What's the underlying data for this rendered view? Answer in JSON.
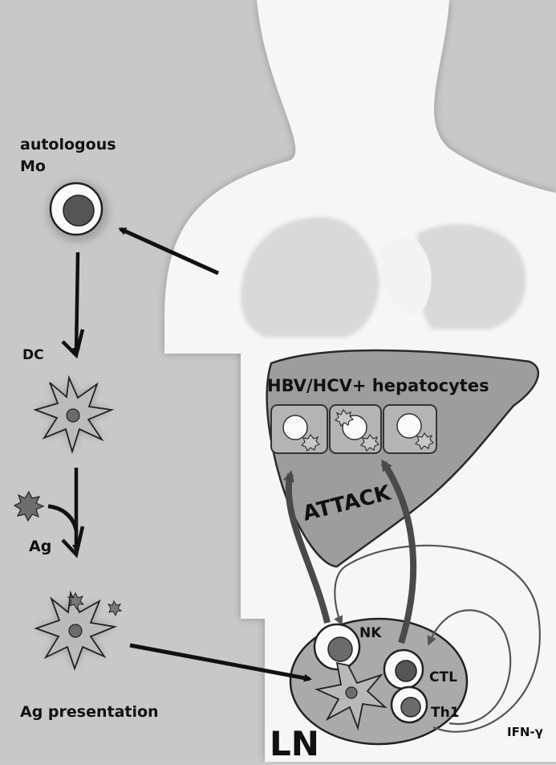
{
  "labels": {
    "autologous": "autologous",
    "mo": "Mo",
    "dc": "DC",
    "ag": "Ag",
    "ag_presentation": "Ag presentation",
    "hepatocytes": "HBV/HCV+ hepatocytes",
    "attack": "ATTACK",
    "nk": "NK",
    "ctl": "CTL",
    "th1": "Th1",
    "ifn": "IFN-γ",
    "ln": "LN"
  },
  "colors": {
    "background": "#c9c9c9",
    "body": "#f7f7f7",
    "liver": "#9c9c9c",
    "lung": "#dcdcdc",
    "nucleus": "#6e6e6e",
    "arrow": "#111111",
    "curved_arrow": "#4a4a4a"
  }
}
